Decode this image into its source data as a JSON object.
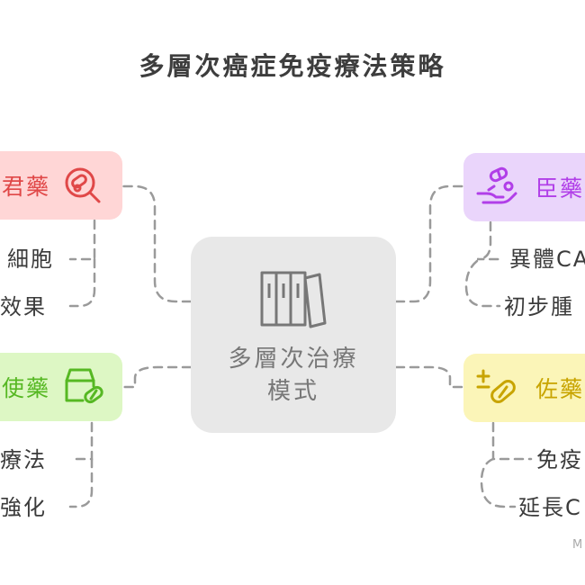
{
  "title": "多層次癌症免疫療法策略",
  "center": {
    "label_line1": "多層次治療",
    "label_line2": "模式"
  },
  "nodes": {
    "red": {
      "label": "君藥",
      "color": "#e04848",
      "icon": "pill-search-icon"
    },
    "purple": {
      "label": "臣藥",
      "color": "#b13fe8",
      "icon": "hand-pills-icon"
    },
    "green": {
      "label": "使藥",
      "color": "#56b823",
      "icon": "medicine-box-pill-icon"
    },
    "yellow": {
      "label": "佐藥",
      "color": "#c8a400",
      "icon": "plus-minus-pill-icon"
    }
  },
  "leaves": {
    "red_1": "細胞",
    "red_2": "效果",
    "purple_1": "異體CA",
    "purple_2": "初步腫",
    "green_1": "療法",
    "green_2": "強化",
    "yellow_1": "免疫",
    "yellow_2": "延長C"
  },
  "watermark": "M"
}
